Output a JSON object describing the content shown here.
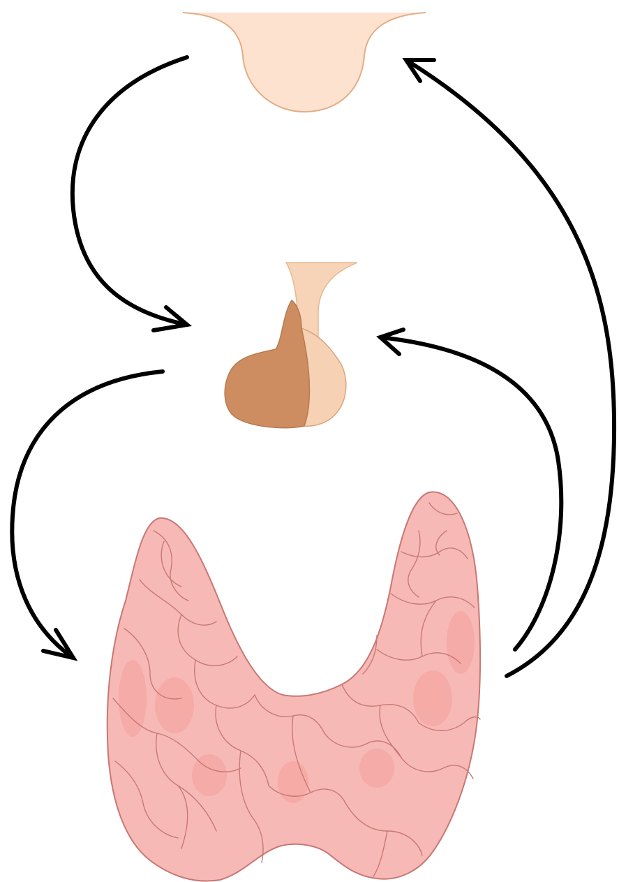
{
  "diagram": {
    "nodes": [
      {
        "id": "hypothalamus",
        "icon": "hypothalamus-icon",
        "colors": {
          "fill": "#fde2cf",
          "outline": "#e2ad86"
        }
      },
      {
        "id": "pituitary",
        "icon": "pituitary-gland-icon",
        "colors": {
          "stalk": "#f7d4b8",
          "anterior": "#cd8d61",
          "posterior": "#f6d1b4",
          "outline": "#b97a52"
        }
      },
      {
        "id": "thyroid",
        "icon": "thyroid-gland-icon",
        "colors": {
          "fill": "#f7b9b5",
          "highlight": "#f39b97",
          "outline": "#c87874"
        }
      }
    ],
    "arrows": [
      {
        "from": "hypothalamus",
        "to": "pituitary",
        "kind": "stimulation"
      },
      {
        "from": "pituitary",
        "to": "thyroid",
        "kind": "stimulation"
      },
      {
        "from": "thyroid",
        "to": "pituitary",
        "kind": "feedback"
      },
      {
        "from": "thyroid",
        "to": "hypothalamus",
        "kind": "feedback"
      }
    ],
    "arrow_color": "#000000"
  }
}
